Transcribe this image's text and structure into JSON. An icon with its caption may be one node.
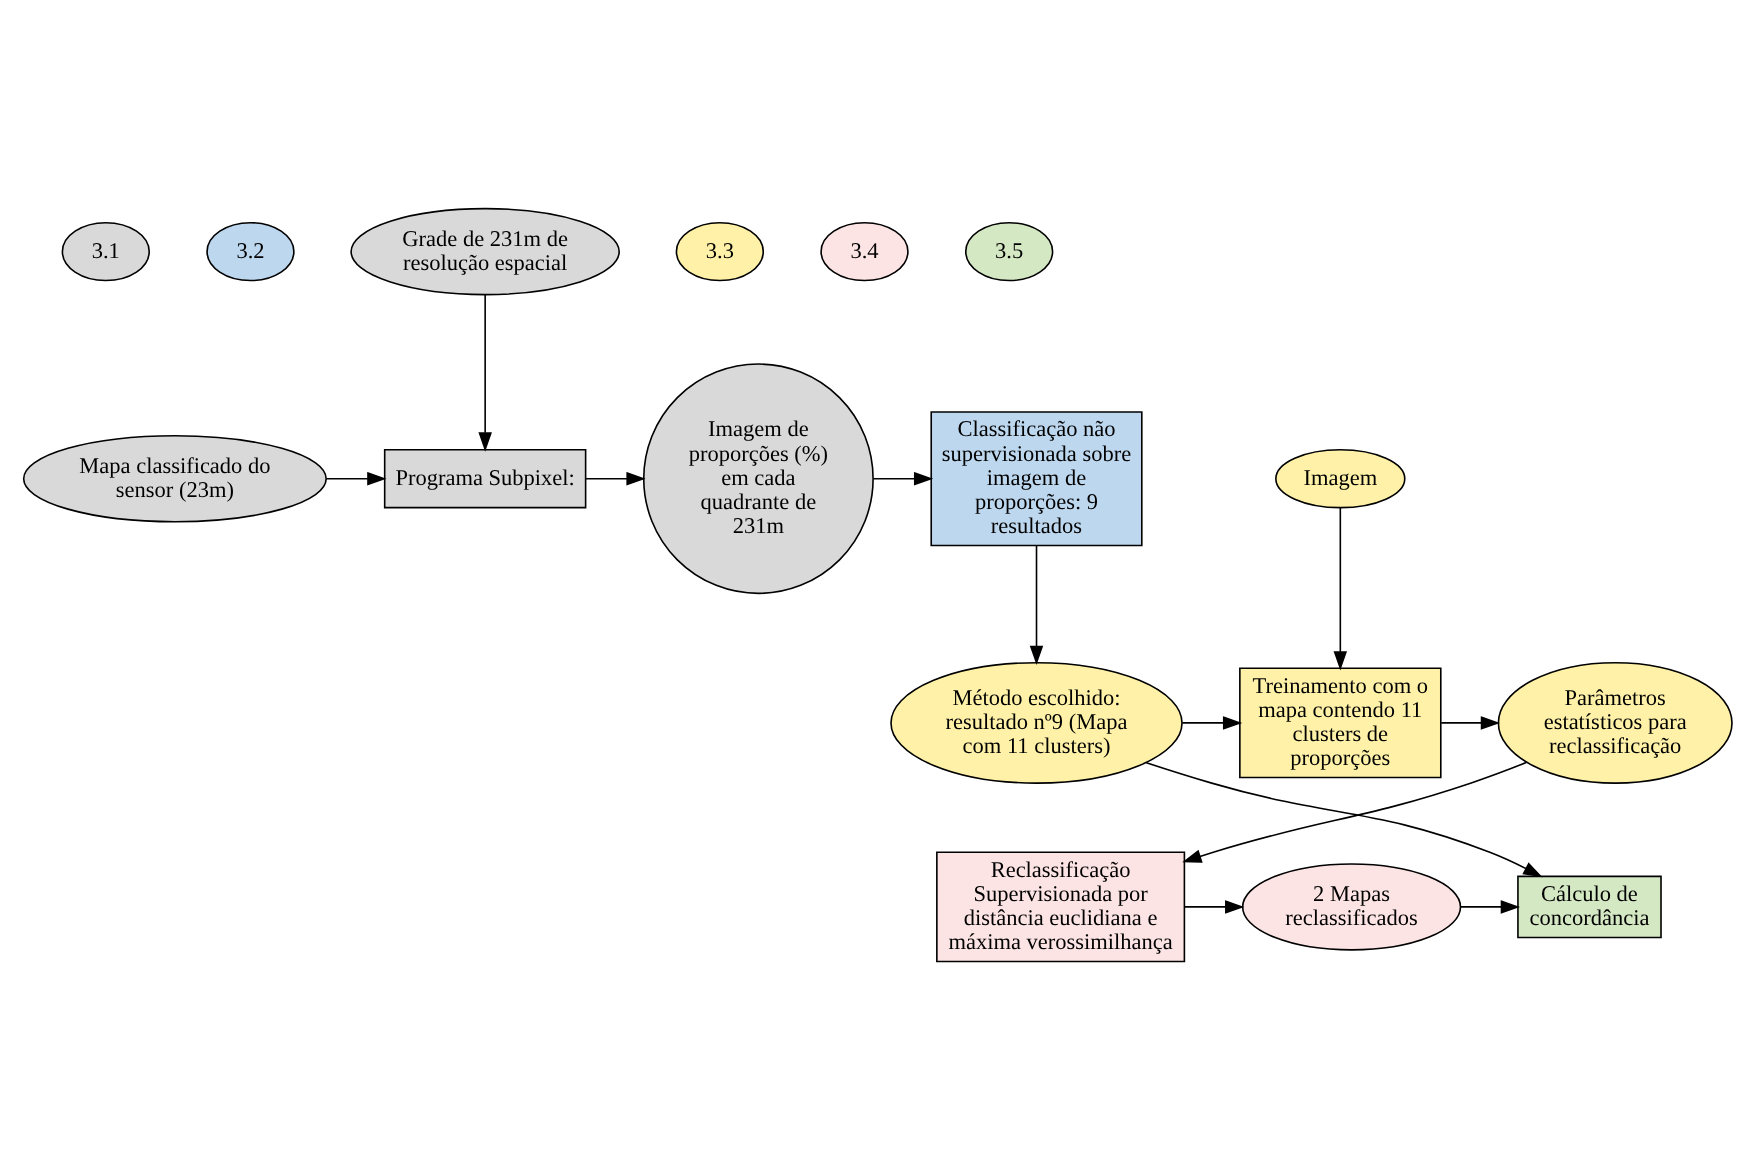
{
  "diagram": {
    "nodes": [
      {
        "text": [
          "3.1"
        ]
      },
      {
        "text": [
          "3.2"
        ]
      },
      {
        "text": [
          "Mapa classificado do sensor (23m)"
        ]
      },
      {
        "text": [
          "Grade de 231m de resolução espacial"
        ]
      },
      {
        "text": [
          "Programa Subpixel:"
        ]
      },
      {
        "text": [
          "Imagem de proporções (%) em cada quadrante de 231m"
        ]
      },
      {
        "text": [
          "Classificação não supervisionada sobre imagem de proporções: 9 resultados"
        ]
      },
      {
        "text": [
          "3.3"
        ]
      },
      {
        "text": [
          "Parâmetros estatísticos para reclassificação"
        ]
      },
      {
        "text": [
          "Treinamento com o mapa contendo 11 clusters de proporções"
        ]
      },
      {
        "text": [
          "Método escolhido: resultado nº9 (Mapa com 11 clusters)"
        ]
      },
      {
        "text": [
          "Imagem"
        ]
      },
      {
        "text": [
          "Reclassificação Supervisionada por distância euclidiana e máxima verossimilhança"
        ]
      },
      {
        "text": [
          "2 Mapas reclassificados"
        ]
      },
      {
        "text": [
          "Cálculo de concordância"
        ]
      },
      {
        "text": [
          "3.4"
        ]
      },
      {
        "text": [
          "3.5"
        ]
      }
    ],
    "edges": [
      {
        "from": 2,
        "to": 4,
        "arrow": "to"
      },
      {
        "from": 3,
        "to": 4,
        "arrow": "to"
      },
      {
        "from": 4,
        "to": 5,
        "arrow": "to"
      },
      {
        "from": 5,
        "to": 6,
        "arrow": "to"
      },
      {
        "from": 6,
        "to": 10,
        "arrow": "to"
      },
      {
        "from": 10,
        "to": 9,
        "arrow": "to"
      },
      {
        "from": 9,
        "to": 8,
        "arrow": "to"
      },
      {
        "from": 11,
        "to": 9,
        "arrow": "to"
      },
      {
        "from": 8,
        "to": 12,
        "arrow": "to"
      },
      {
        "from": 12,
        "to": 13,
        "arrow": "to"
      },
      {
        "from": 13,
        "to": 14,
        "arrow": "to"
      },
      {
        "from": 10,
        "to": 14,
        "arrow": "to"
      }
    ]
  }
}
